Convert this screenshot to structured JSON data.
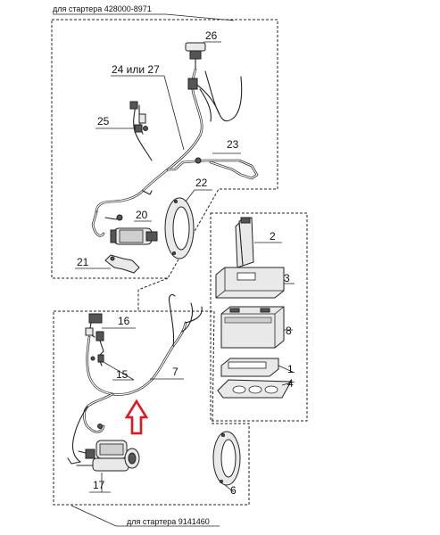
{
  "captions": {
    "top": "для стартера 428000-8971",
    "bottom": "для стартера 9141460"
  },
  "callouts": {
    "c26": "26",
    "c24": "24 или 27",
    "c25": "25",
    "c23": "23",
    "c22": "22",
    "c20": "20",
    "c21": "21",
    "c2": "2",
    "c3": "3",
    "c8": "8",
    "c16": "16",
    "c15": "15",
    "c7": "7",
    "c1": "1",
    "c4": "4",
    "c17": "17",
    "c6": "6"
  },
  "colors": {
    "line": "#222222",
    "arrow": "#e8141c",
    "part_fill": "#e9e9e9"
  },
  "icons": {
    "arrow": "up-arrow-outline-icon"
  }
}
